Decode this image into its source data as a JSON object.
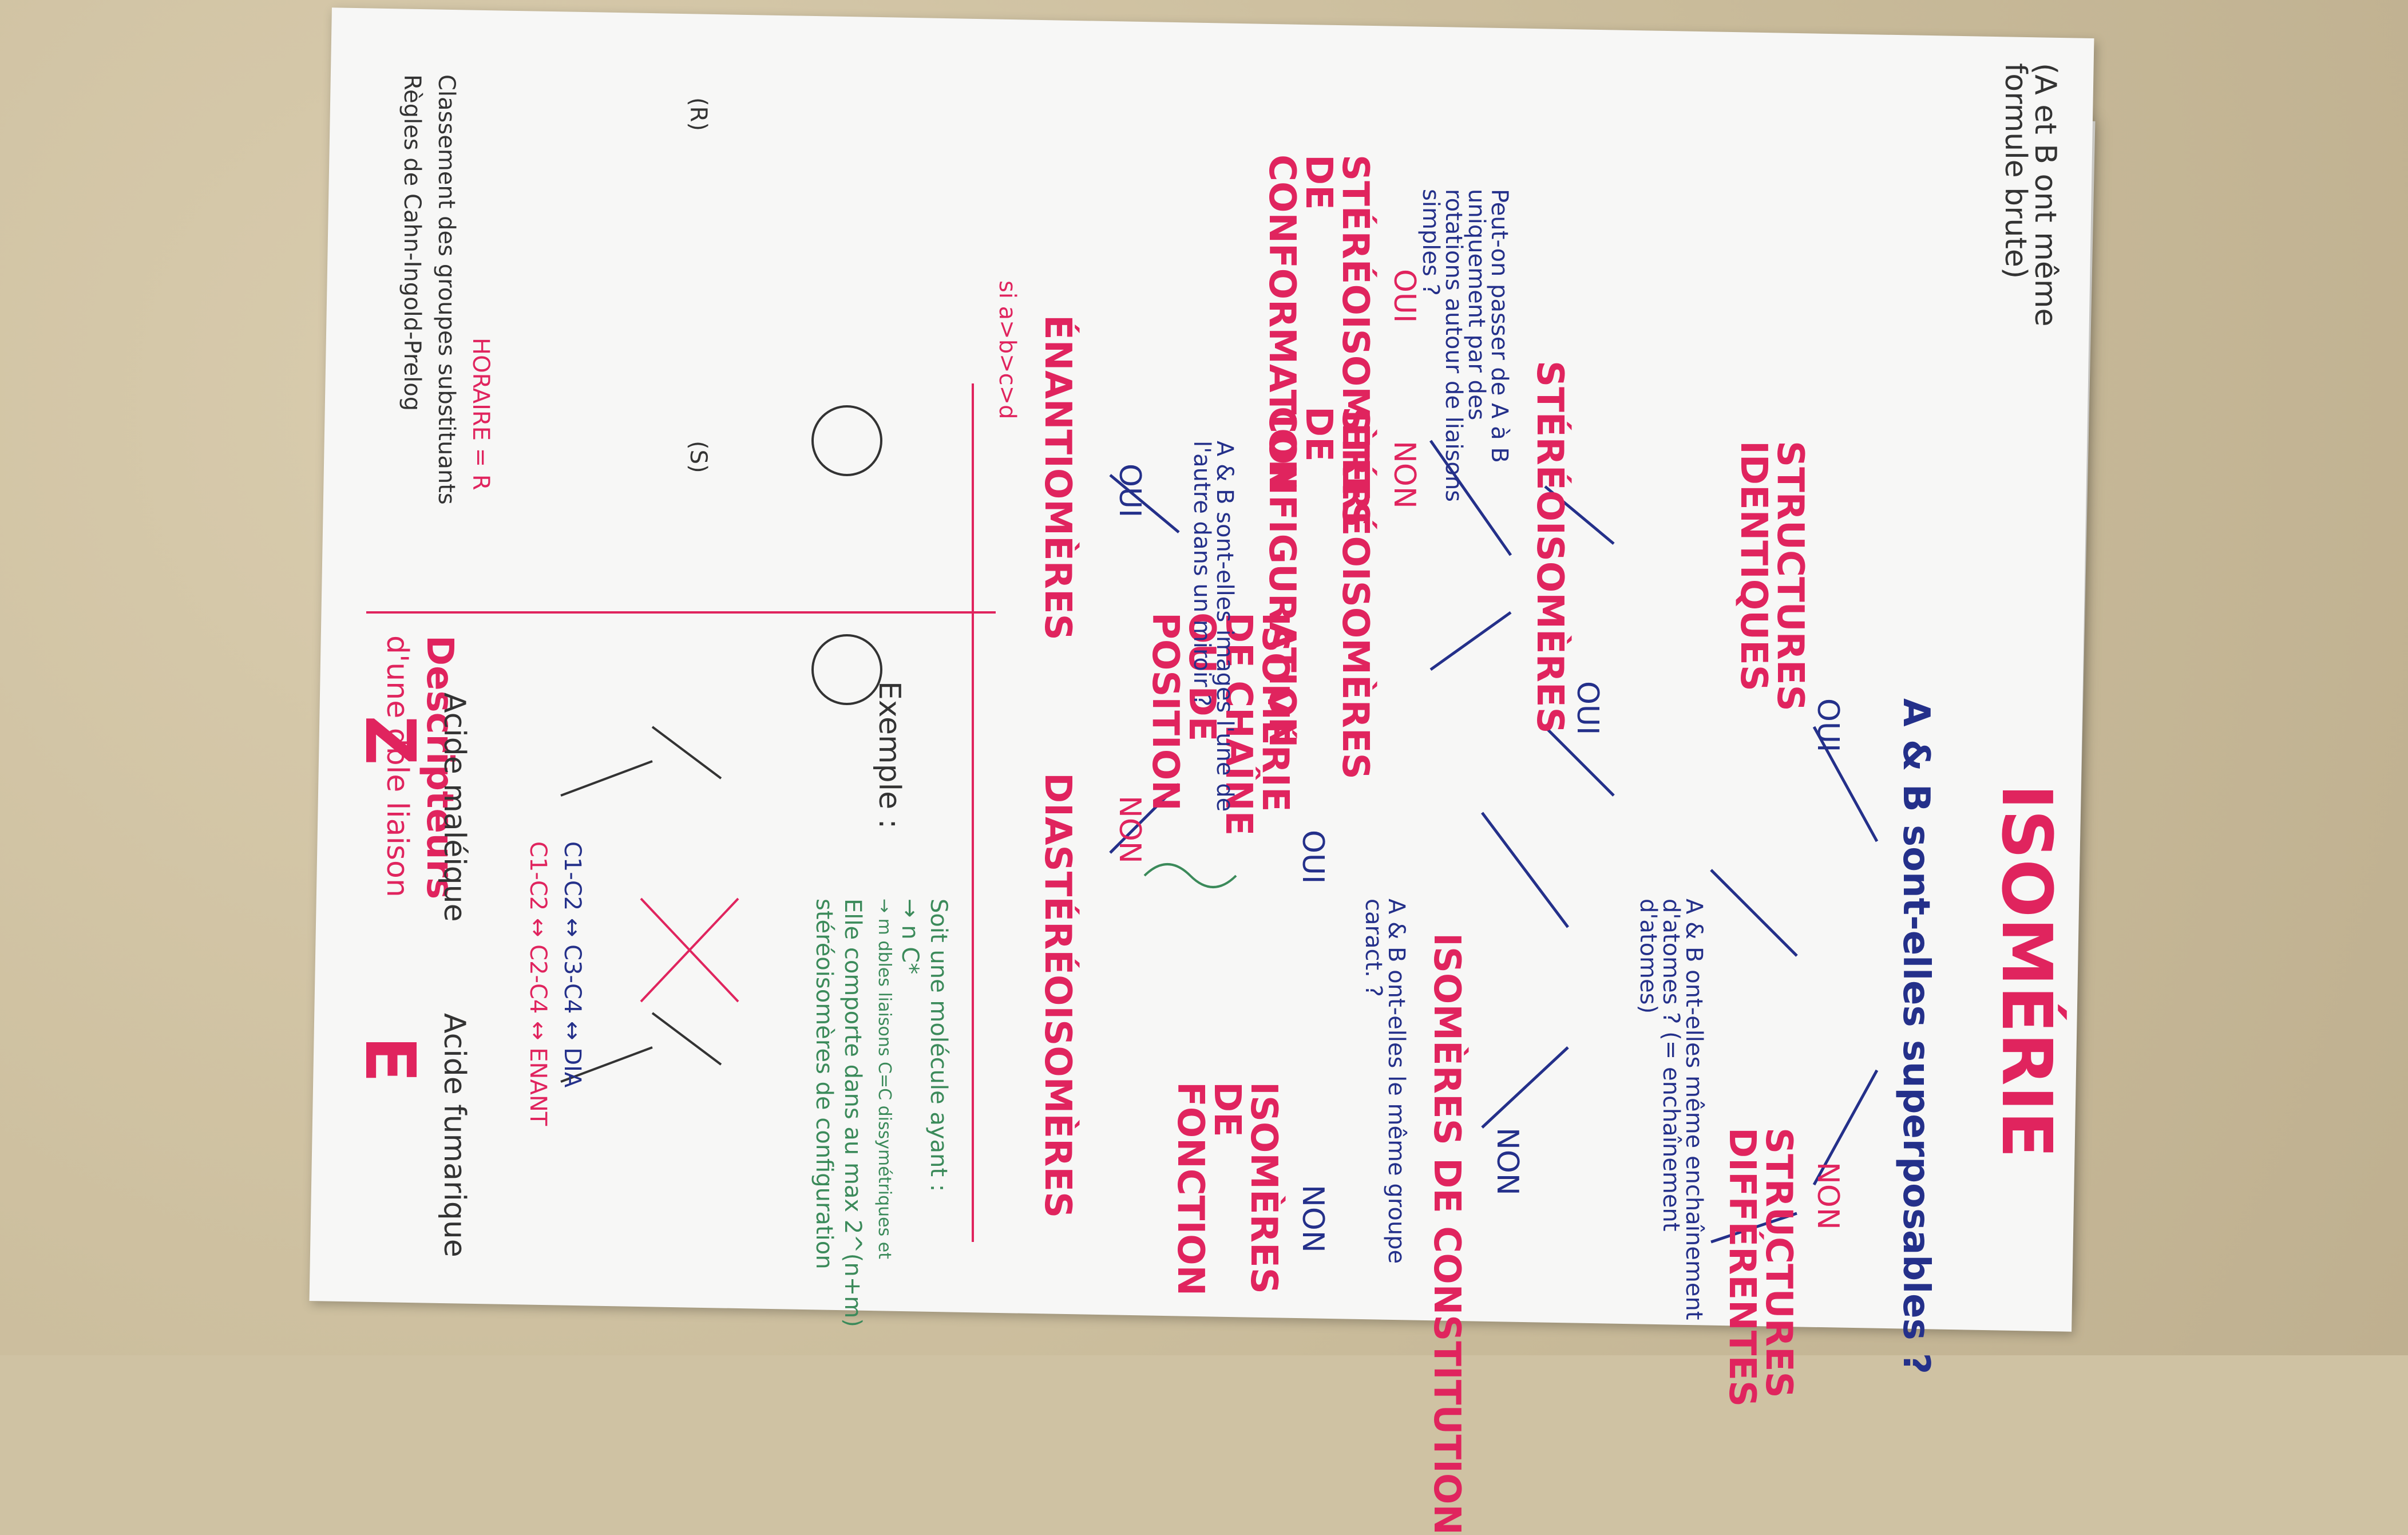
{
  "title": "ISOMÉRIE",
  "intro_note": "(A et B ont même formule brute)",
  "q1": "A & B sont-elles superposables ?",
  "oui": "OUI",
  "non": "NON",
  "structures_identiques": "STRUCTURES IDENTIQUES",
  "structures_differentes": "STRUCTURES DIFFÉRENTES",
  "q2": "A & B ont-elles même enchaînement d'atomes ? (= enchaînement d'atomes)",
  "stereoisomeres": "STÉRÉOISOMÈRES",
  "isomeres_constitution": "ISOMÈRES DE CONSTITUTION",
  "q3": "A & B ont-elles le même groupe caract. ?",
  "isomerie_chaine_position": "ISOMÉRIE DE CHAÎNE OU DE POSITION",
  "isomeres_fonction": "ISOMÈRES DE FONCTION",
  "q4": "Peut-on passer de A à B uniquement par des rotations autour de liaisons simples ?",
  "stereo_conformation": "STÉRÉOISOMÈRES DE CONFORMATION",
  "stereo_configuration": "STÉRÉOISOMÈRES DE CONFIGURATION",
  "q5": "A & B sont-elles images l'une de l'autre dans un miroir ?",
  "enantiomeres": "ÉNANTIOMÈRES",
  "diastereoisomeres": "DIASTÉRÉOISOMÈRES",
  "si_abcd": "si a>b>c>d",
  "horaire": "HORAIRE = R",
  "classement": "Classement des groupes substituants",
  "regles_cip": "Règles de Cahn-Ingold-Prelog",
  "descripteurs": "Descripteurs",
  "double_liaison": "d'une dble liaison",
  "exemple": "Exemple :",
  "acide_maleique": "Acide maléique",
  "acide_fumarique": "Acide fumarique",
  "z_label": "Z",
  "e_label": "E",
  "note_green_1": "Soit une molécule ayant :",
  "note_green_2": "→ n C*",
  "note_green_3": "→ m dbles liaisons C=C dissymétriques et",
  "note_green_4": "Elle comporte dans au max 2^(n+m)",
  "note_green_5": "stéréoisomères de configuration",
  "ex_pairs_1": "C1-C2 ↔ C3-C4 ↔ DIA",
  "ex_pairs_2": "C1-C2 ↔ C2-C4 ↔ ENANT",
  "r_label": "(R)",
  "s_label": "(S)",
  "colors": {
    "red": "#e0245e",
    "blue": "#24308a",
    "green": "#3b8a5a",
    "paper": "#f7f7f6"
  }
}
